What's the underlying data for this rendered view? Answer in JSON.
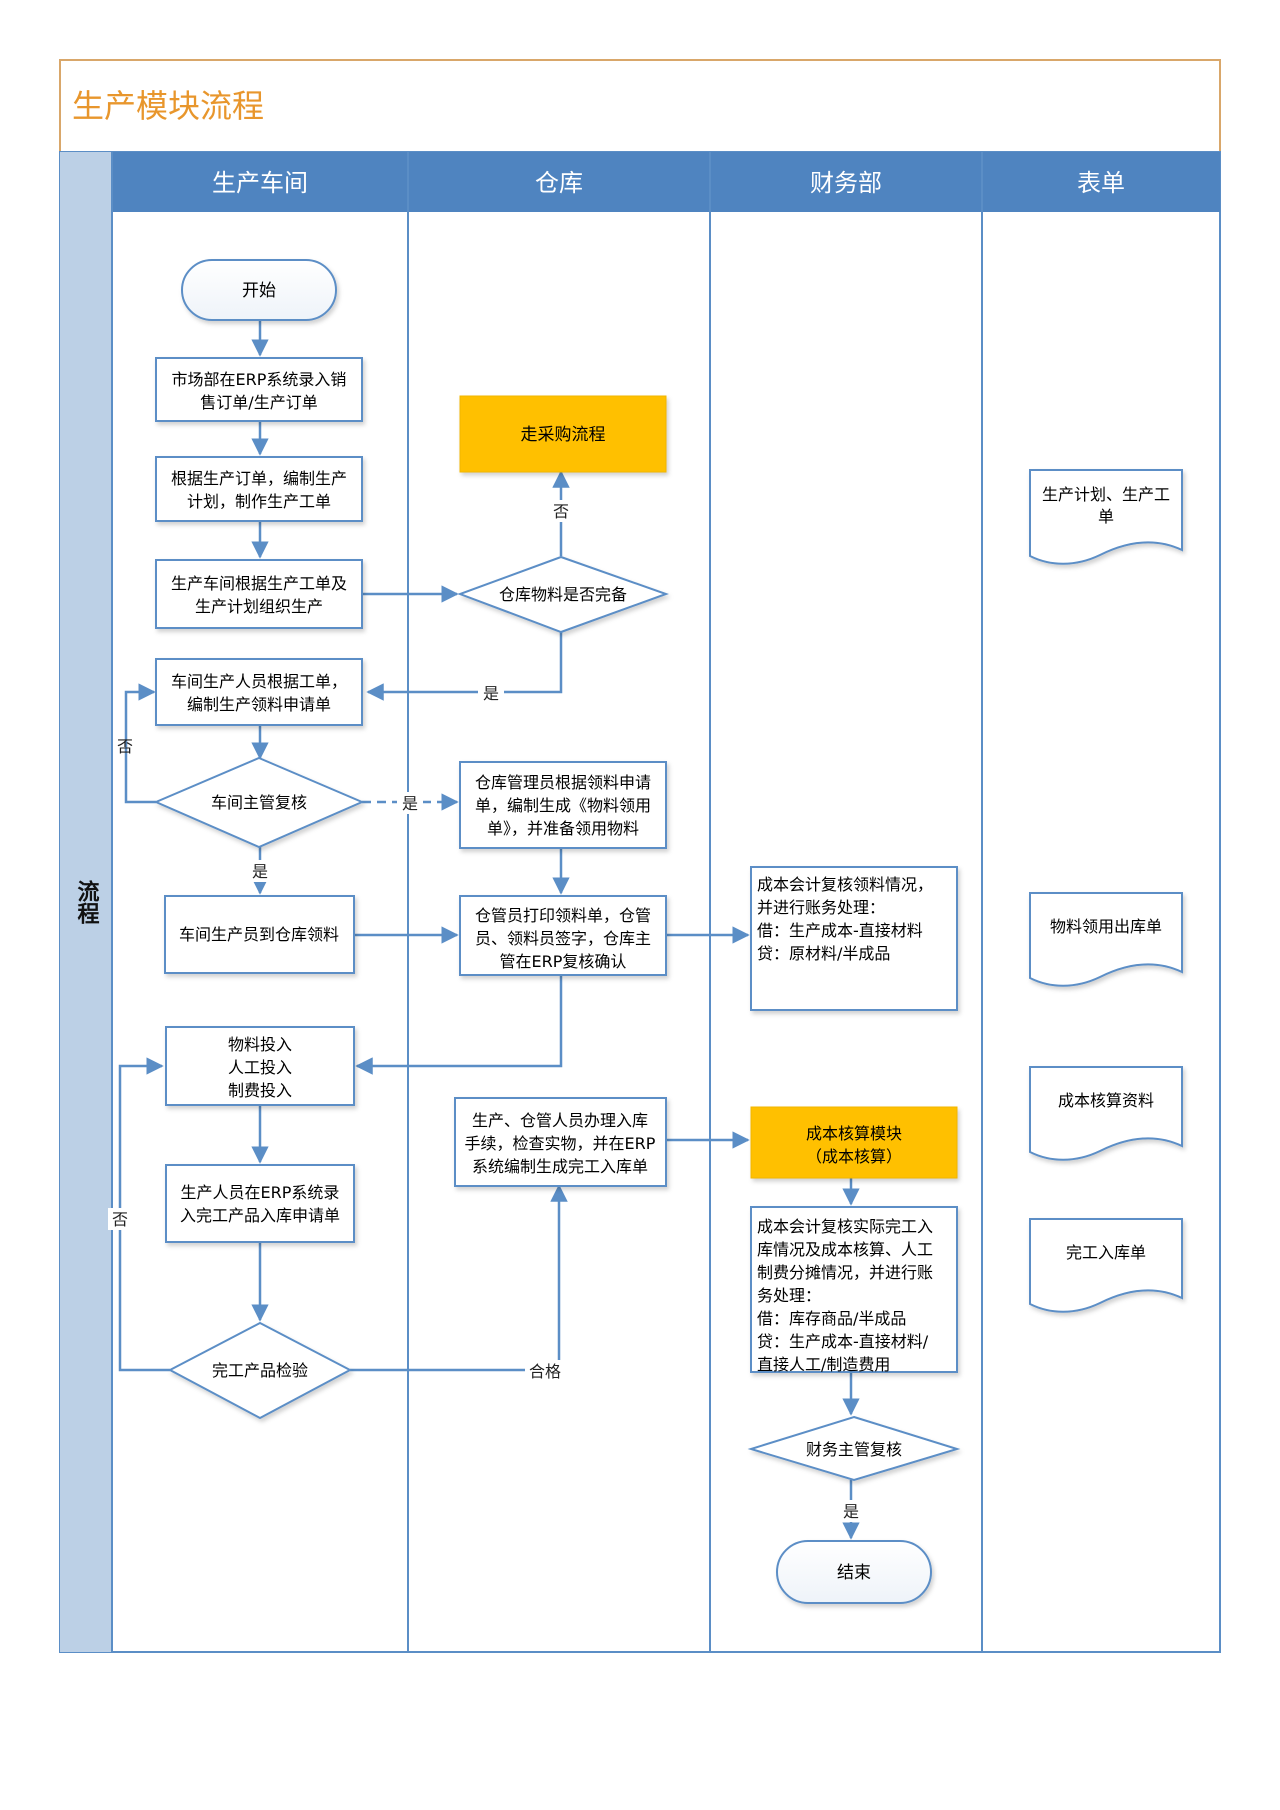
{
  "title": "生产模块流程",
  "side_label": "流程",
  "lanes": [
    "生产车间",
    "仓库",
    "财务部",
    "表单"
  ],
  "colors": {
    "title": "#e8962c",
    "header_bg": "#4f84c0",
    "header_text": "#ffffff",
    "side_bar": "#bcd0e6",
    "line": "#5b8ec6",
    "highlight": "#ffc000",
    "border": "#d9a76a"
  },
  "nodes": {
    "start": "开始",
    "order": [
      "市场部在ERP系统录入销",
      "售订单/生产订单"
    ],
    "plan": [
      "根据生产订单，编制生产",
      "计划，制作生产工单"
    ],
    "organize": [
      "生产车间根据生产工单及",
      "生产计划组织生产"
    ],
    "request": [
      "车间生产人员根据工单，",
      "编制生产领料申请单"
    ],
    "supervisor": "车间主管复核",
    "go_warehouse": "车间生产员到仓库领料",
    "inputs": [
      "物料投入",
      "人工投入",
      "制费投入"
    ],
    "erp_inbound": [
      "生产人员在ERP系统录",
      "入完工产品入库申请单"
    ],
    "inspect": "完工产品检验",
    "purchase": "走采购流程",
    "stock_check": "仓库物料是否完备",
    "keeper": [
      "仓库管理员根据领料申请",
      "单，编制生成《物料领用",
      "单》，并准备领用物料"
    ],
    "print": [
      "仓管员打印领料单，仓管",
      "员、领料员签字，仓库主",
      "管在ERP复核确认"
    ],
    "inbound": [
      "生产、仓管人员办理入库",
      "手续，检查实物，并在ERP",
      "系统编制生成完工入库单"
    ],
    "acc_material": [
      "成本会计复核领料情况，",
      "并进行账务处理：",
      "借：生产成本-直接材料",
      "贷：原材料/半成品"
    ],
    "cost_module": [
      "成本核算模块",
      "（成本核算）"
    ],
    "acc_cost": [
      "成本会计复核实际完工入",
      "库情况及成本核算、人工",
      "制费分摊情况，并进行账",
      "务处理：",
      "借：库存商品/半成品",
      "贷：生产成本-直接材料/",
      "直接人工/制造费用"
    ],
    "fin_review": "财务主管复核",
    "end": "结束"
  },
  "edge_labels": {
    "no_purchase": "否",
    "yes_stock": "是",
    "no_supervisor": "否",
    "yes_supervisor_keeper": "是",
    "yes_supervisor_down": "是",
    "no_inspect": "否",
    "pass_inspect": "合格",
    "yes_fin": "是"
  },
  "forms": [
    [
      "生产计划、生产工",
      "单"
    ],
    [
      "物料领用出库单"
    ],
    [
      "成本核算资料"
    ],
    [
      "完工入库单"
    ]
  ]
}
